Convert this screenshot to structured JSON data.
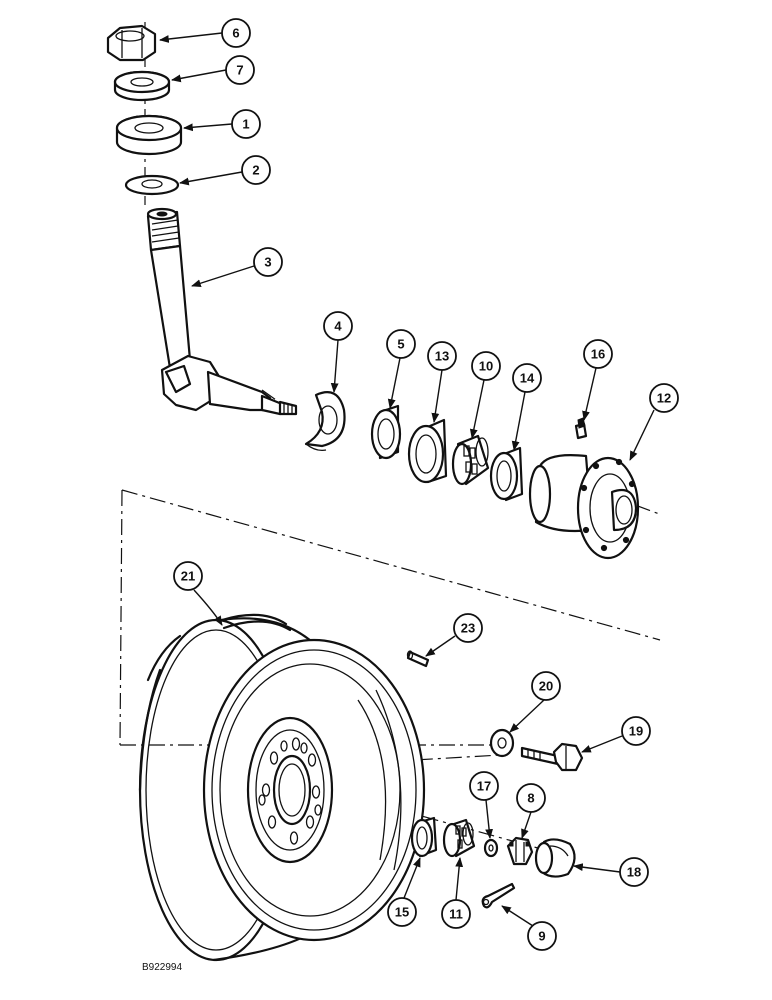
{
  "callouts": {
    "c1": "1",
    "c2": "2",
    "c3": "3",
    "c4": "4",
    "c5": "5",
    "c6": "6",
    "c7": "7",
    "c8": "8",
    "c9": "9",
    "c10": "10",
    "c11": "11",
    "c12": "12",
    "c13": "13",
    "c14": "14",
    "c15": "15",
    "c16": "16",
    "c17": "17",
    "c18": "18",
    "c19": "19",
    "c20": "20",
    "c21": "21",
    "c23": "23"
  },
  "figure_code": "B922994"
}
